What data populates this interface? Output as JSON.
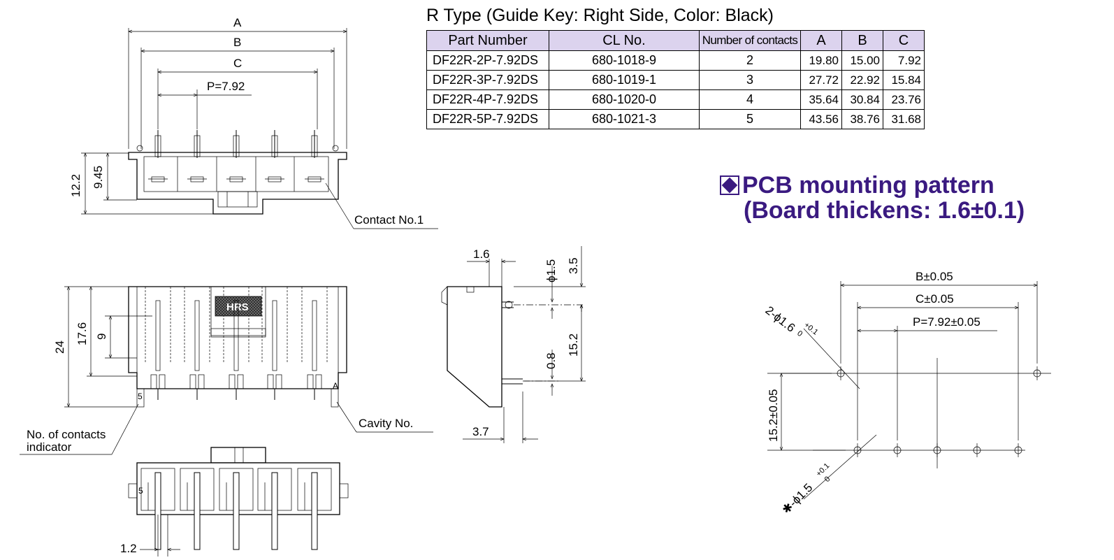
{
  "table": {
    "title": "R Type (Guide Key: Right Side, Color: Black)",
    "headers": [
      "Part Number",
      "CL No.",
      "Number of contacts",
      "A",
      "B",
      "C"
    ],
    "rows": [
      [
        "DF22R-2P-7.92DS",
        "680-1018-9",
        "2",
        "19.80",
        "15.00",
        "7.92"
      ],
      [
        "DF22R-3P-7.92DS",
        "680-1019-1",
        "3",
        "27.72",
        "22.92",
        "15.84"
      ],
      [
        "DF22R-4P-7.92DS",
        "680-1020-0",
        "4",
        "35.64",
        "30.84",
        "23.76"
      ],
      [
        "DF22R-5P-7.92DS",
        "680-1021-3",
        "5",
        "43.56",
        "38.76",
        "31.68"
      ]
    ]
  },
  "pcb": {
    "heading_line1": "PCB mounting pattern",
    "heading_line2": "(Board thickens: 1.6±0.1)",
    "color": "#3a1a80",
    "dims": {
      "b": "B±0.05",
      "c": "C±0.05",
      "p": "P=7.92±0.05",
      "height": "15.2±0.05",
      "hole_big": "2-ϕ1.6",
      "hole_small": "✱-ϕ1.5",
      "tol_plus": "+0.1",
      "tol_zero": "0"
    }
  },
  "top_view": {
    "dim_a": "A",
    "dim_b": "B",
    "dim_c": "C",
    "pitch": "P=7.92",
    "h1": "12.2",
    "h2": "9.45",
    "contact_label": "Contact No.1"
  },
  "front_view": {
    "h_total": "24",
    "h_mid": "17.6",
    "h_low": "9",
    "cavity_label": "Cavity No.",
    "contacts_label_line1": "No. of contacts",
    "contacts_label_line2": "indicator",
    "mark_5": "5",
    "mark_a": "A",
    "logo": "HRS"
  },
  "side_view": {
    "d1": "1.6",
    "d2": "ϕ1.5",
    "d3": "3.5",
    "d4": "15.2",
    "d5": "0.8",
    "d6": "3.7"
  },
  "bottom_view": {
    "d1": "1.2",
    "mark_5": "5"
  }
}
